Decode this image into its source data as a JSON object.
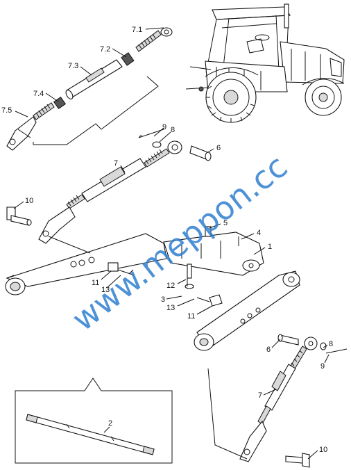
{
  "watermark": "www.meppon.cc",
  "callouts": {
    "c_7_1": "7.1",
    "c_7_2": "7.2",
    "c_7_3": "7.3",
    "c_7_4": "7.4",
    "c_7_5": "7.5",
    "c_9_top": "9",
    "c_8_top": "8",
    "c_6_top": "6",
    "c_7_mid": "7",
    "c_10_left": "10",
    "c_5": "5",
    "c_4": "4",
    "c_1": "1",
    "c_11_left": "11",
    "c_13_left": "13",
    "c_12": "12",
    "c_3": "3",
    "c_13_mid": "13",
    "c_11_mid": "11",
    "c_6_right": "6",
    "c_8_right": "8",
    "c_9_right": "9",
    "c_7_right": "7",
    "c_2": "2",
    "c_10_right": "10"
  }
}
